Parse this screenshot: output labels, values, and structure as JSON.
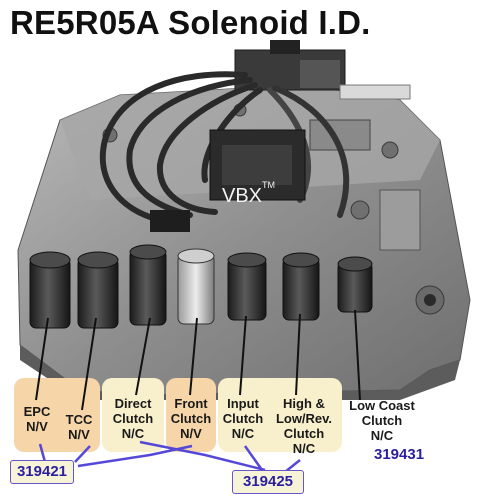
{
  "title": "RE5R05A Solenoid I.D.",
  "watermark": {
    "brand": "VBX",
    "mark": "TM"
  },
  "solenoids": [
    {
      "line1": "EPC",
      "line2": "N/V",
      "line3": ""
    },
    {
      "line1": "TCC",
      "line2": "N/V",
      "line3": ""
    },
    {
      "line1": "Direct",
      "line2": "Clutch",
      "line3": "N/C"
    },
    {
      "line1": "Front",
      "line2": "Clutch",
      "line3": "N/V"
    },
    {
      "line1": "Input",
      "line2": "Clutch",
      "line3": "N/C"
    },
    {
      "line1": "High &",
      "line2": "Low/Rev.",
      "line3": "Clutch",
      "line4": "N/C"
    },
    {
      "line1": "Low Coast",
      "line2": "Clutch",
      "line3": "N/C"
    }
  ],
  "part_numbers": {
    "a": "319421",
    "b": "319425",
    "c": "319431"
  },
  "colors": {
    "panel_orange": "#f6d6a8",
    "panel_cream": "#f8efcc",
    "part_number": "#2a1fa0",
    "connector_line": "#5548d8"
  }
}
